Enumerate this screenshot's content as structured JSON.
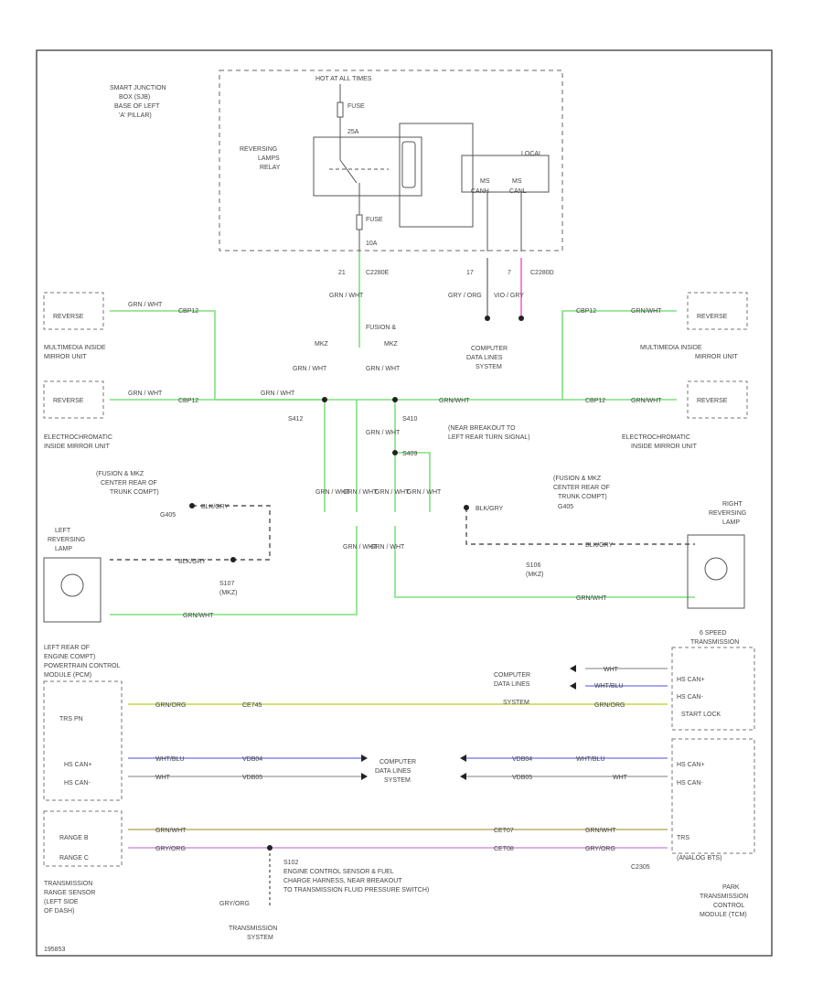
{
  "colors": {
    "green": "#7fe07f",
    "pink": "#ee66cc",
    "blue": "#8888ee",
    "yellow": "#c8d44a",
    "olive": "#b8b068",
    "frame": "#555555"
  },
  "top_box": {
    "hot_label": "HOT AT ALL TIMES",
    "sjb_label_1": "SMART JUNCTION",
    "sjb_label_2": "BOX (SJB)",
    "sjb_label_3": "BASE OF LEFT",
    "sjb_label_4": "'A' PILLAR)",
    "fuse_top": "FUSE",
    "fuse_top_amp": "25A",
    "relay_1": "REVERSING",
    "relay_2": "LAMPS",
    "relay_3": "RELAY",
    "fuse_bot": "FUSE",
    "fuse_bot_amp": "10A",
    "local": "LOCAL",
    "ms_l": "MS",
    "ms_r": "MS",
    "can_l": "CANH",
    "can_r": "CANL",
    "pin_21": "21",
    "conn_c2280e": "C2280E",
    "pin_17": "17",
    "pin_7": "7",
    "conn_c2280d": "C2280D"
  },
  "wires": {
    "gn_wh": "GRN / WHT",
    "gy_og": "GRY / ORG",
    "vio_gy": "VIO / GRY",
    "gn_wh_lbl": "GRN/WHT",
    "cbp12": "CBP12",
    "s412": "S412",
    "s410": "S410",
    "s409": "S409",
    "s107": "S107",
    "s106": "S106",
    "blk_gy": "BLK/GRY",
    "gn_og": "GRN/ORG",
    "gy_og_wire": "GRY/ORG",
    "wh_blu": "WHT/BLU",
    "wh": "WHT",
    "vdb04": "VDB04",
    "vdb05": "VDB05",
    "ce745": "CE745",
    "cet07": "CET07",
    "cet08": "CET08"
  },
  "left_side": {
    "mirror_top": "MULTIMEDIA INSIDE",
    "mirror_top2": "MIRROR UNIT",
    "mirror_mid": "ELECTROCHROMATIC",
    "mirror_mid2": "INSIDE MIRROR UNIT",
    "rev": "REVERSE",
    "g1_1": "(FUSION & MKZ",
    "g1_2": "CENTER REAR OF",
    "g1_3": "TRUNK COMPT)",
    "g1_4": "G405",
    "lamp_1": "LEFT",
    "lamp_2": "REVERSING",
    "lamp_3": "LAMP",
    "s107_1": "S107",
    "s107_2": "(MKZ)",
    "pcm_1": "LEFT REAR OF",
    "pcm_2": "ENGINE COMPT)",
    "pcm_3": "POWERTRAIN CONTROL",
    "pcm_4": "MODULE (PCM)",
    "trs": "TRS PN",
    "hscan_h": "HS CAN+",
    "hscan_l": "HS CAN-",
    "range_b": "RANGE B",
    "range_c": "RANGE C",
    "trs_1": "TRANSMISSION",
    "trs_2": "RANGE SENSOR",
    "trs_3": "(LEFT SIDE",
    "trs_4": "OF DASH)"
  },
  "center": {
    "fusion": "FUSION &",
    "mkz": "MKZ",
    "mkz_alt": "MKZ",
    "cds_1": "COMPUTER",
    "cds_2": "DATA LINES",
    "cds_3": "SYSTEM",
    "s410_note_1": "(NEAR BREAKOUT TO",
    "s410_note_2": "LEFT REAR TURN SIGNAL)",
    "s102_1": "ENGINE CONTROL SENSOR & FUEL",
    "s102_2": "CHARGE HARNESS, NEAR BREAKOUT",
    "s102_3": "TO TRANSMISSION FLUID PRESSURE SWITCH)",
    "s102": "S102",
    "gy_og": "GRY/ORG",
    "trans_1": "TRANSMISSION",
    "trans_2": "SYSTEM"
  },
  "right_side": {
    "mirror_top": "MULTIMEDIA INSIDE",
    "mirror_top2": "MIRROR UNIT",
    "mirror_mid": "ELECTROCHROMATIC",
    "mirror_mid2": "INSIDE MIRROR UNIT",
    "rev": "REVERSE",
    "g2_1": "(FUSION & MKZ",
    "g2_2": "CENTER REAR OF",
    "g2_3": "TRUNK COMPT)",
    "g2_4": "G405",
    "lamp_1": "RIGHT",
    "lamp_2": "REVERSING",
    "lamp_3": "LAMP",
    "s106_1": "S106",
    "s106_2": "(MKZ)",
    "six_1": "6 SPEED",
    "six_2": "TRANSMISSION",
    "hs_h": "HS CAN+",
    "hs_l": "HS CAN-",
    "start": "START LOCK",
    "hs2_h": "HS CAN+",
    "hs2_l": "HS CAN-",
    "trs": "TRS",
    "c2305": "C2305",
    "analog": "(ANALOG BTS)",
    "tcm_1": "PARK",
    "tcm_2": "TRANSMISSION",
    "tcm_3": "CONTROL",
    "tcm_4": "MODULE (TCM)",
    "cds_1": "COMPUTER",
    "cds_2": "DATA LINES",
    "cds_3": "SYSTEM"
  },
  "footer": {
    "code": "195853"
  }
}
